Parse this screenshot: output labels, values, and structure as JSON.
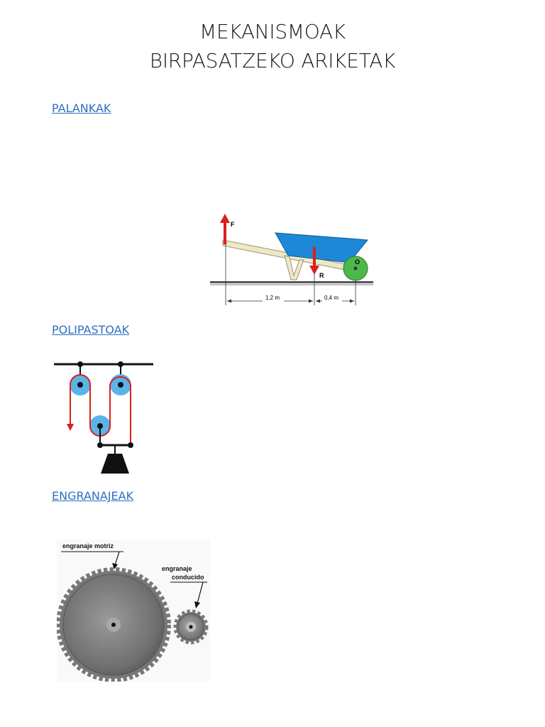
{
  "document": {
    "title_line1": "MEKANISMOAK",
    "title_line2": "BIRPASATZEKO ARIKETAK"
  },
  "sections": [
    {
      "heading": "PALANKAK"
    },
    {
      "heading": "POLIPASTOAK"
    },
    {
      "heading": "ENGRANAJEAK"
    }
  ],
  "figures": {
    "lever": {
      "force_label": "F",
      "resistance_label": "R",
      "fulcrum_label": "O",
      "distance_left": "1,2 m",
      "distance_right": "0,4 m"
    },
    "gears": {
      "driver_label": "engranaje motriz",
      "driven_label_line1": "engranaje",
      "driven_label_line2": "conducido"
    }
  },
  "colors": {
    "link": "#2f6fc1",
    "force_arrow": "#d9211c",
    "wheelbarrow_bin": "#1e88d8",
    "wheel": "#4cb84a",
    "pulley": "#5bb4e8",
    "gear": "#8a8a8a"
  }
}
